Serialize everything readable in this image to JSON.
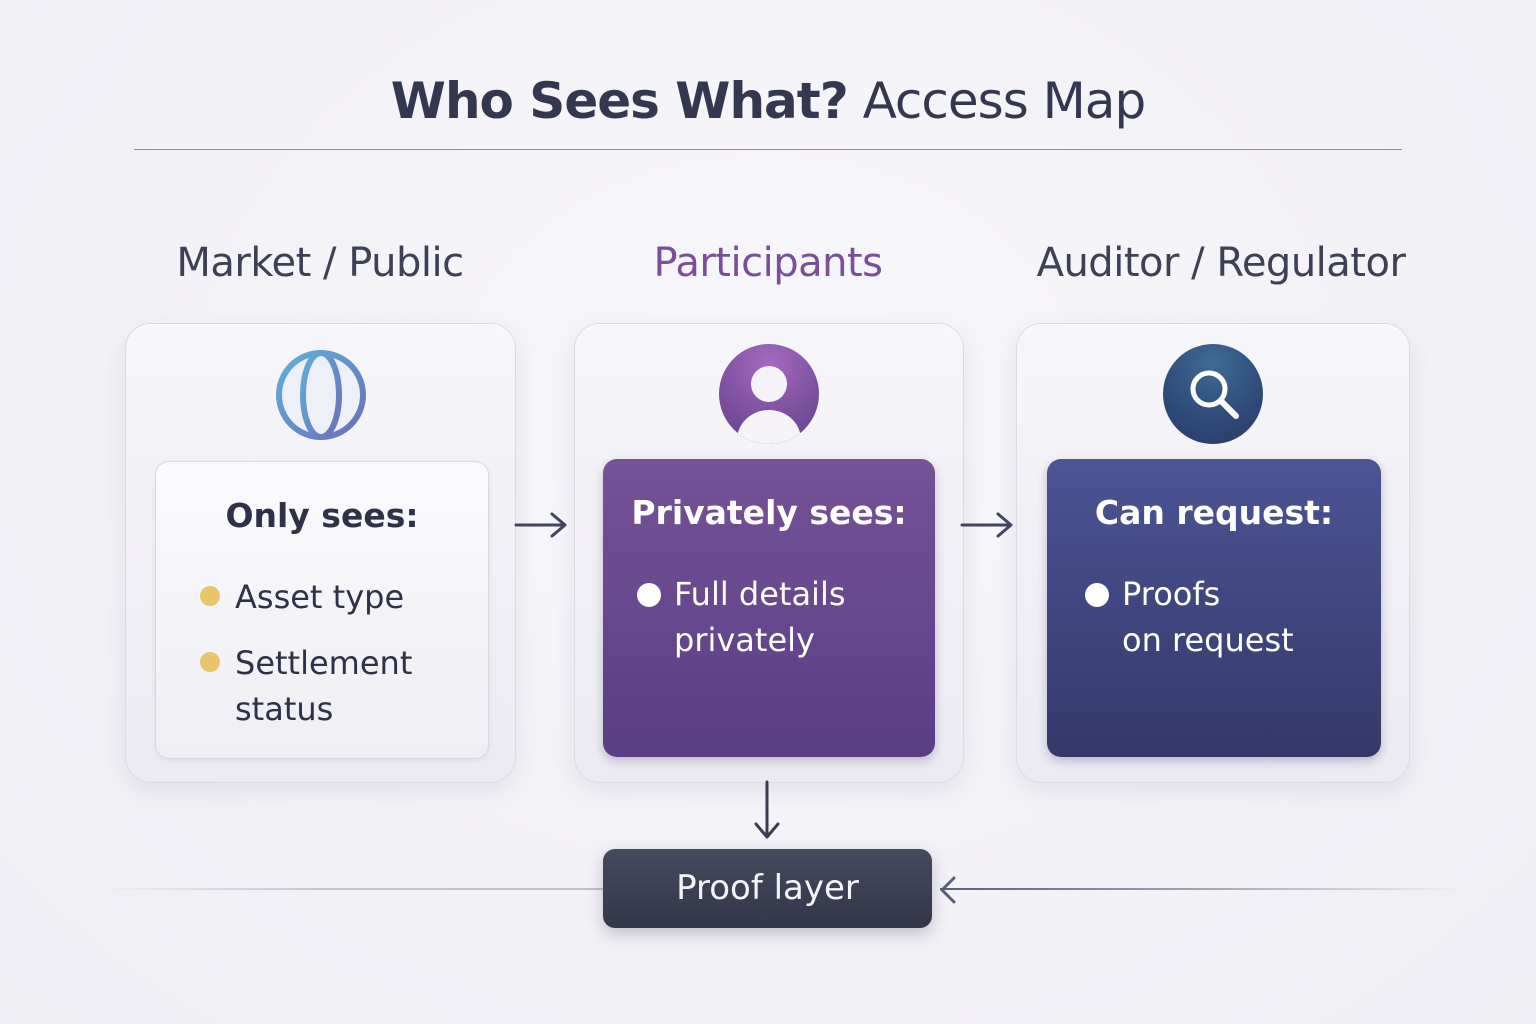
{
  "title": {
    "bold": "Who Sees What?",
    "regular": "Access Map"
  },
  "columns": [
    {
      "label": "Market / Public",
      "label_color": "#3e4155",
      "icon": "globe-icon",
      "box_title": "Only sees:",
      "bullet_color": "#e9c46a",
      "items": [
        {
          "line1": "Asset type",
          "line2": ""
        },
        {
          "line1": "Settlement",
          "line2": "status"
        }
      ]
    },
    {
      "label": "Participants",
      "label_color": "#7a4f97",
      "icon": "user-icon",
      "box_title": "Privately sees:",
      "bullet_color": "#ffffff",
      "items": [
        {
          "line1": "Full details",
          "line2": "privately"
        }
      ]
    },
    {
      "label": "Auditor / Regulator",
      "label_color": "#3e4155",
      "icon": "search-icon",
      "box_title": "Can request:",
      "bullet_color": "#ffffff",
      "items": [
        {
          "line1": "Proofs",
          "line2": "on request"
        }
      ]
    }
  ],
  "proof_layer": {
    "label": "Proof layer"
  },
  "colors": {
    "participants_accent": "#6f4a95",
    "auditor_accent": "#3b4072",
    "proof_layer": "#3a3d52"
  }
}
